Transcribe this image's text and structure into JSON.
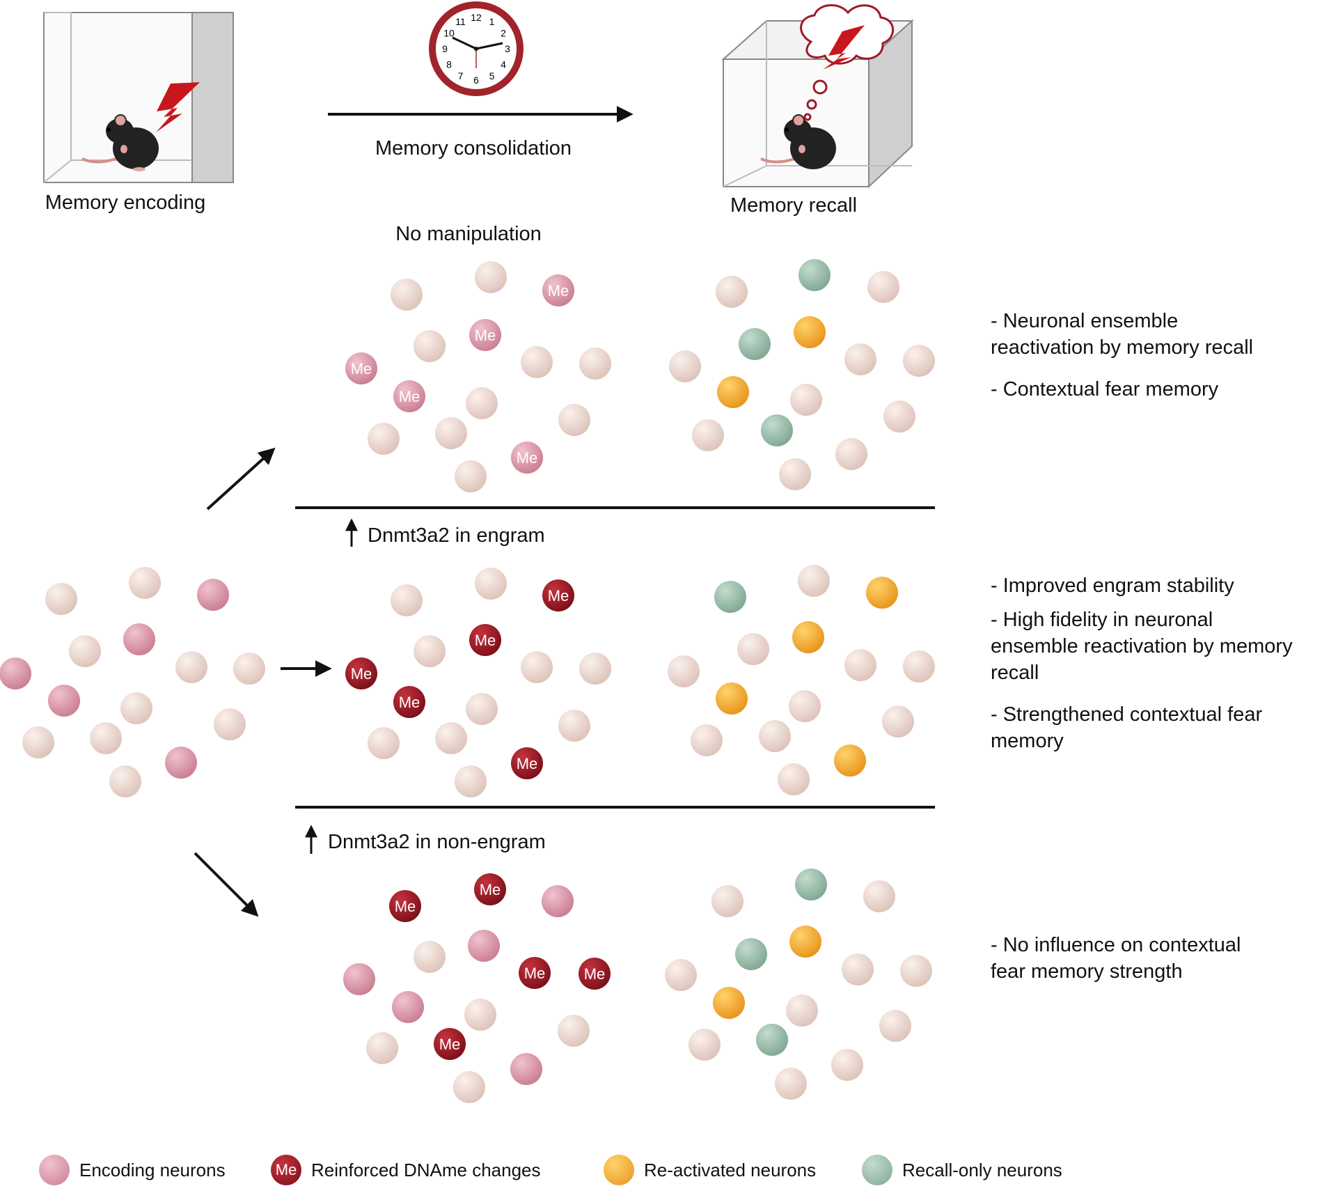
{
  "top": {
    "encoding_label": "Memory encoding",
    "consolidation_label": "Memory consolidation",
    "recall_label": "Memory recall",
    "clock_numbers": [
      "12",
      "1",
      "2",
      "3",
      "4",
      "5",
      "6",
      "7",
      "8",
      "9",
      "10",
      "11"
    ]
  },
  "rows": {
    "no_manip": {
      "title": "No manipulation"
    },
    "engram": {
      "title": "Dnmt3a2 in engram"
    },
    "non_engram": {
      "title": "Dnmt3a2 in non-engram"
    }
  },
  "neuron_mark": "Me",
  "notes": {
    "row1": [
      "- Neuronal ensemble\nreactivation by memory recall",
      "- Contextual fear memory"
    ],
    "row2": [
      "- Improved engram stability",
      "- High fidelity in neuronal\nensemble reactivation by memory\nrecall",
      "- Strengthened contextual fear\nmemory"
    ],
    "row3": [
      "- No influence on contextual\nfear memory strength"
    ]
  },
  "legend": {
    "encoding": "Encoding neurons",
    "dname": "Reinforced DNAme changes",
    "reactivated": "Re-activated neurons",
    "recall_only": "Recall-only neurons"
  },
  "colors": {
    "neutral": "#ecd8d0",
    "encoding": "#d99aab",
    "encoding_me": "#d89aac",
    "dname": "#9b1b26",
    "reactivated": "#f3a826",
    "recall_only": "#93b8a4",
    "shock": "#c8161d",
    "clock_rim": "#a1242b"
  }
}
